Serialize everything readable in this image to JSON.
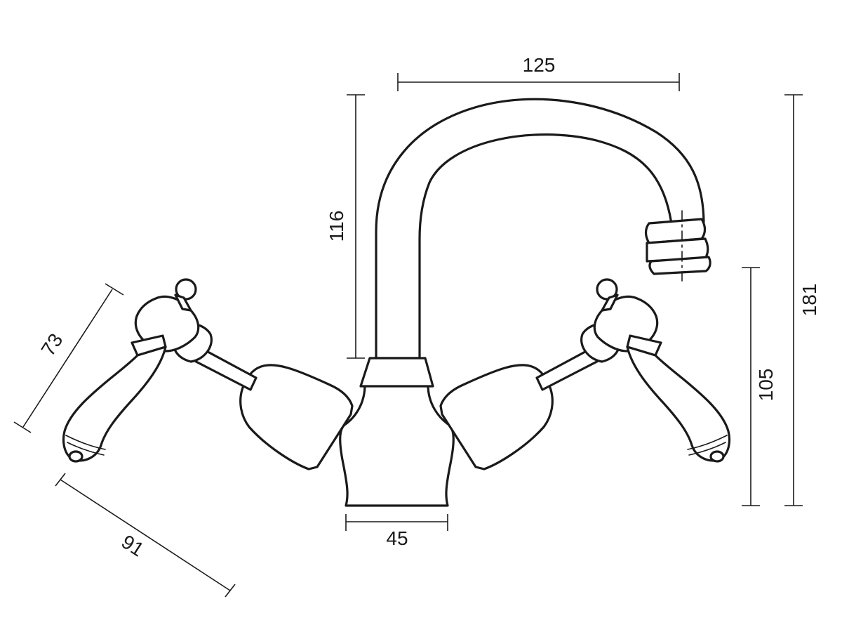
{
  "colors": {
    "ink": "#1a1a1a",
    "background": "#ffffff"
  },
  "dimensions": {
    "spout_reach": "125",
    "spout_height": "116",
    "total_height": "181",
    "outlet_height": "105",
    "base_width": "45",
    "handle_height": "73",
    "handle_span": "91"
  }
}
